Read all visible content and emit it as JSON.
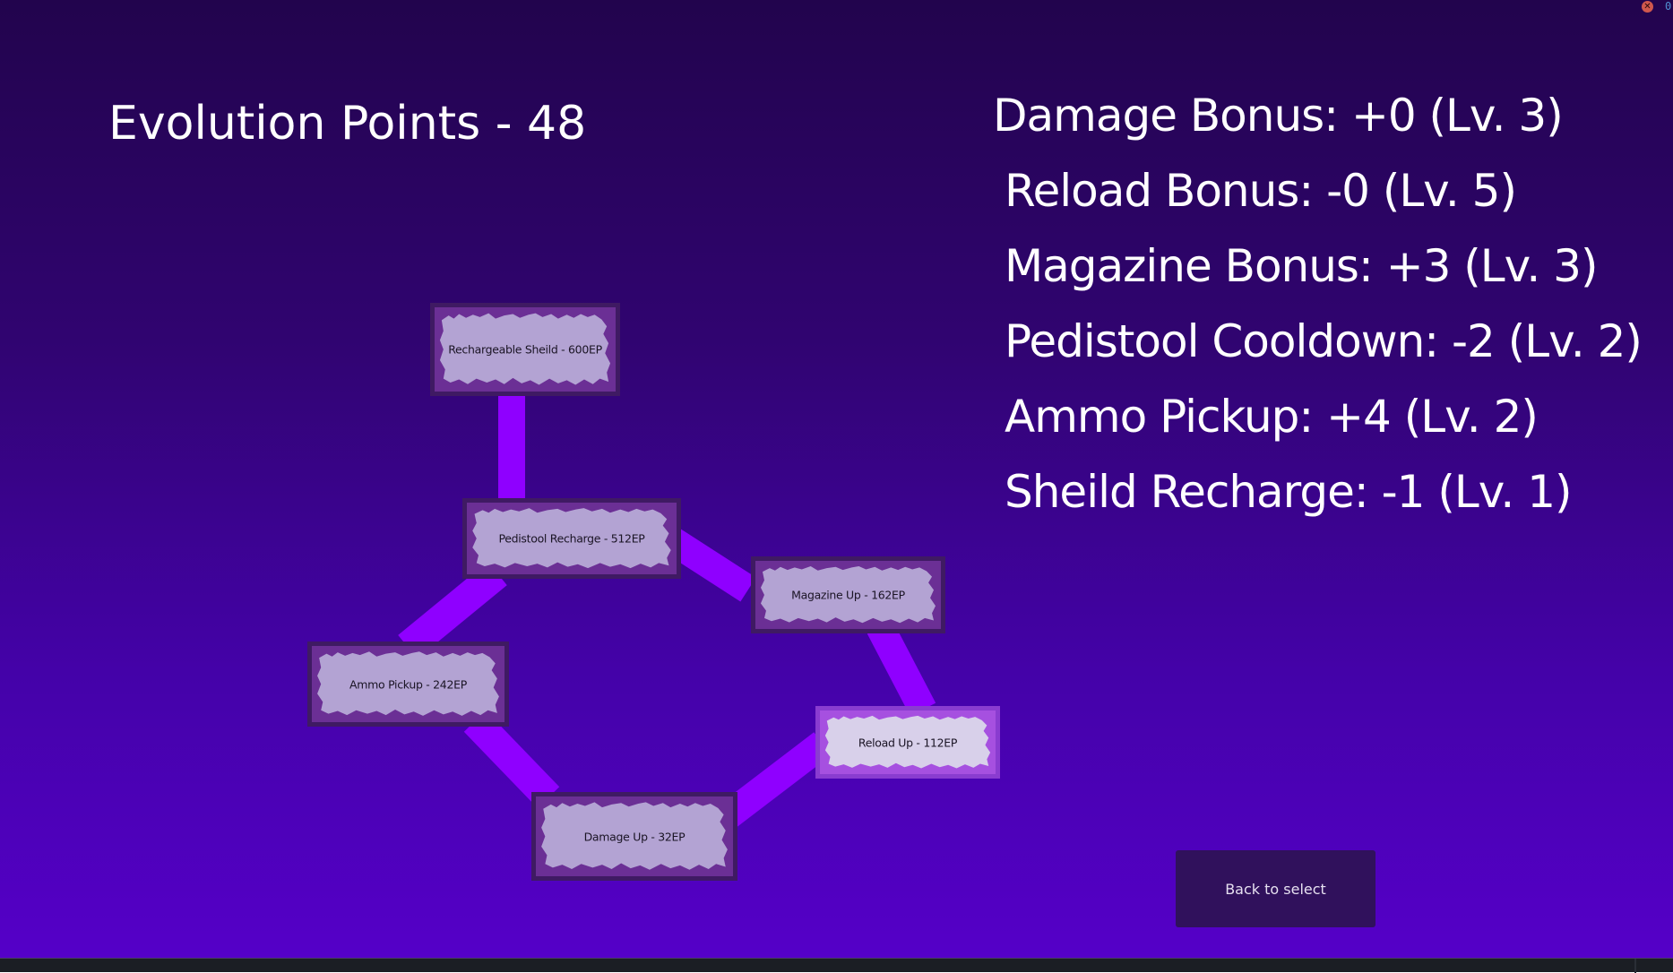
{
  "header": {
    "evolution_points_label": "Evolution Points - 48",
    "evolution_points": 48
  },
  "stats": [
    {
      "text": "Damage Bonus: +0 (Lv. 3)",
      "name": "Damage Bonus",
      "value": "+0",
      "level": 3
    },
    {
      "text": "Reload Bonus: -0 (Lv. 5)",
      "name": "Reload Bonus",
      "value": "-0",
      "level": 5
    },
    {
      "text": "Magazine Bonus: +3 (Lv. 3)",
      "name": "Magazine Bonus",
      "value": "+3",
      "level": 3
    },
    {
      "text": "Pedistool Cooldown: -2 (Lv. 2)",
      "name": "Pedistool Cooldown",
      "value": "-2",
      "level": 2
    },
    {
      "text": "Ammo Pickup: +4 (Lv. 2)",
      "name": "Ammo Pickup",
      "value": "+4",
      "level": 2
    },
    {
      "text": "Sheild Recharge: -1 (Lv. 1)",
      "name": "Sheild Recharge",
      "value": "-1",
      "level": 1
    }
  ],
  "skill_tree": {
    "nodes": [
      {
        "id": "rechargeable-sheild",
        "label": "Rechargeable Sheild - 600EP",
        "cost": 600,
        "highlighted": false
      },
      {
        "id": "pedistool-recharge",
        "label": "Pedistool Recharge - 512EP",
        "cost": 512,
        "highlighted": false
      },
      {
        "id": "magazine-up",
        "label": "Magazine Up - 162EP",
        "cost": 162,
        "highlighted": false
      },
      {
        "id": "ammo-pickup",
        "label": "Ammo Pickup - 242EP",
        "cost": 242,
        "highlighted": false
      },
      {
        "id": "reload-up",
        "label": "Reload Up - 112EP",
        "cost": 112,
        "highlighted": true
      },
      {
        "id": "damage-up",
        "label": "Damage Up - 32EP",
        "cost": 32,
        "highlighted": false
      }
    ],
    "links": [
      [
        "rechargeable-sheild",
        "pedistool-recharge"
      ],
      [
        "pedistool-recharge",
        "magazine-up"
      ],
      [
        "pedistool-recharge",
        "ammo-pickup"
      ],
      [
        "magazine-up",
        "reload-up"
      ],
      [
        "ammo-pickup",
        "damage-up"
      ],
      [
        "damage-up",
        "reload-up"
      ]
    ],
    "link_color": "#8f00ff"
  },
  "actions": {
    "back_label": "Back to select"
  },
  "statusbar": {
    "error_icon": "error-icon",
    "error_count": "0"
  }
}
